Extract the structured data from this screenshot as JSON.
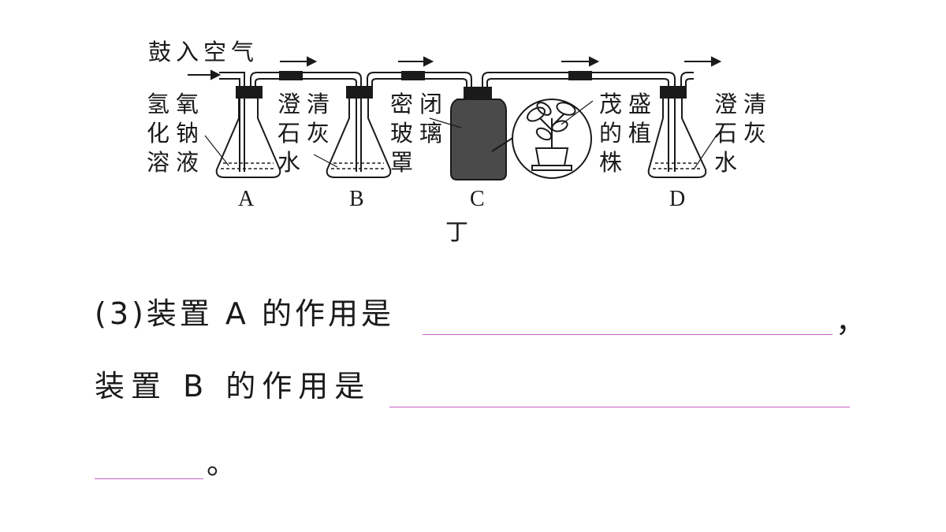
{
  "diagram": {
    "air_label": "鼓入空气",
    "label_a_reagent": "氢氧化钠溶液",
    "label_b_reagent": "澄清石灰水",
    "label_c_cover": "密闭玻璃罩",
    "label_plant": "茂盛的植株",
    "label_d_reagent": "澄清石灰水",
    "letter_a": "A",
    "letter_b": "B",
    "letter_c": "C",
    "letter_d": "D",
    "figure_caption": "丁"
  },
  "question": {
    "line1": "(3)装置 A 的作用是",
    "comma": "，",
    "line2": "装置 B 的作用是",
    "period": "。"
  },
  "colors": {
    "ink": "#1a1a1a",
    "jar": "#4a4a4a",
    "blank_line": "#c25fc2"
  }
}
